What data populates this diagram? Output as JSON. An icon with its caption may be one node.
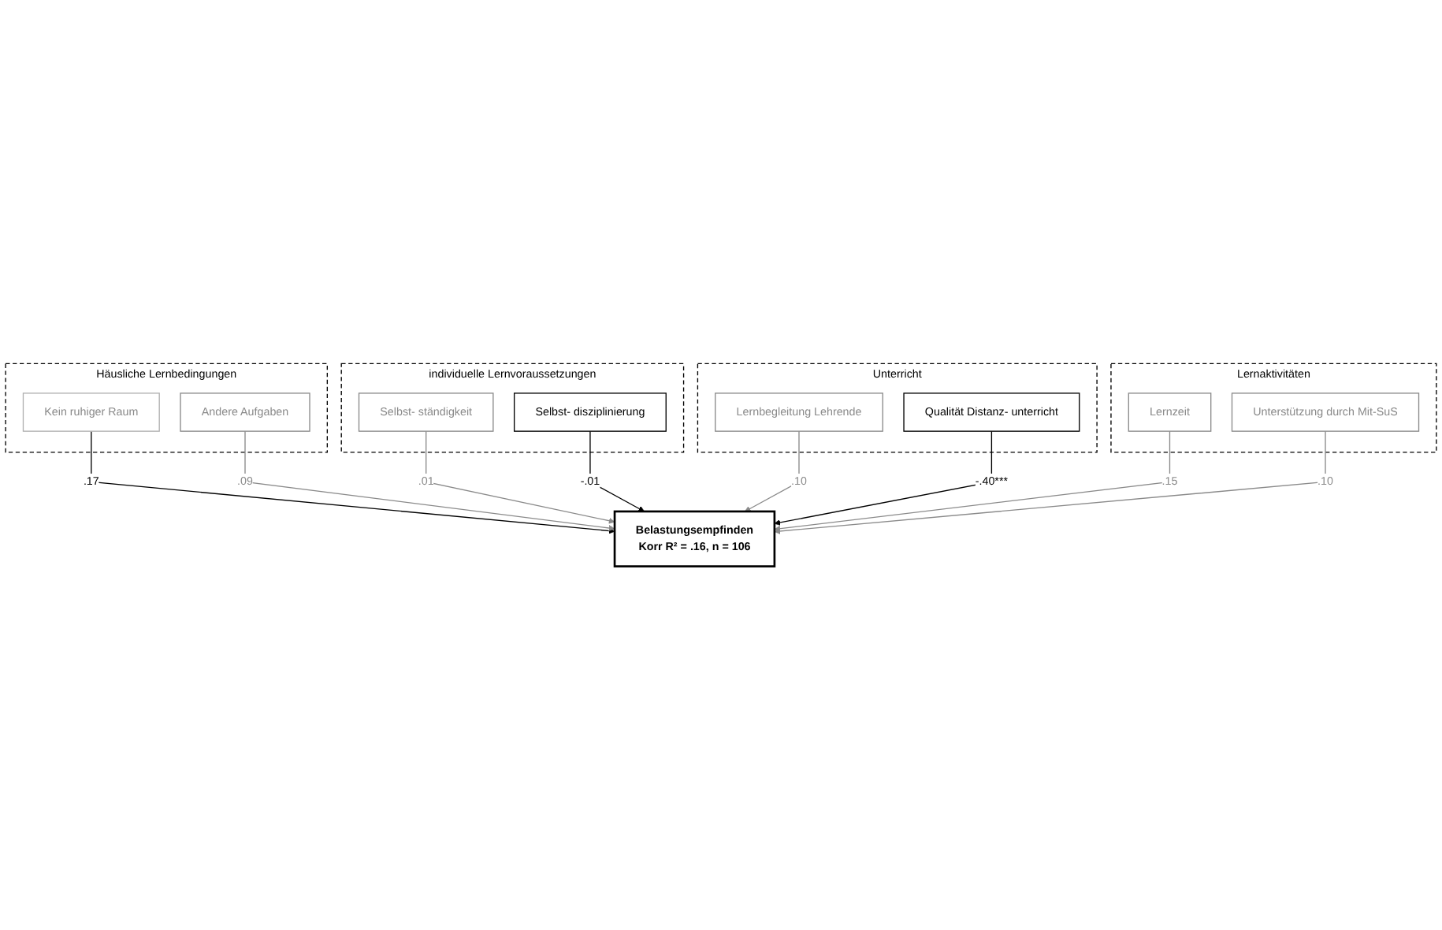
{
  "diagram": {
    "nodes": [
      {
        "text": [
          "Häusliche Lernbedingungen"
        ]
      },
      {
        "text": [
          "Kein ruhiger Raum"
        ],
        "in": 0
      },
      {
        "text": [
          "Andere Aufgaben"
        ],
        "in": 0
      },
      {
        "text": [
          "individuelle Lernvoraussetzungen"
        ]
      },
      {
        "text": [
          "Selbst- ständigkeit"
        ],
        "in": 3
      },
      {
        "text": [
          "Selbst- disziplinierung"
        ],
        "in": 3
      },
      {
        "text": [
          "Belastungsempfinden",
          "Korr R² = .16, n = 106"
        ]
      },
      {
        "text": [
          "Unterricht"
        ]
      },
      {
        "text": [
          "Lernbegleitung Lehrende"
        ],
        "in": 7
      },
      {
        "text": [
          "Qualität Distanz- unterricht"
        ],
        "in": 7
      },
      {
        "text": [
          "Lernaktivitäten"
        ]
      },
      {
        "text": [
          "Lernzeit"
        ],
        "in": 10
      },
      {
        "text": [
          "Unterstützung durch Mit-SuS"
        ],
        "in": 10
      }
    ],
    "edges": [
      {
        "from": 1,
        "to": 6,
        "arrow": "to",
        "label": ".17",
        "color": "#000000"
      },
      {
        "from": 2,
        "to": 6,
        "arrow": "to",
        "label": ".09"
      },
      {
        "from": 4,
        "to": 6,
        "arrow": "to",
        "label": ".01"
      },
      {
        "from": 5,
        "to": 6,
        "arrow": "to",
        "label": "-.01",
        "color": "#000000"
      },
      {
        "from": 8,
        "to": 6,
        "arrow": "to",
        "label": ".10"
      },
      {
        "from": 9,
        "to": 6,
        "arrow": "to",
        "label": "-.40***",
        "color": "#000000"
      },
      {
        "from": 11,
        "to": 6,
        "arrow": "to",
        "label": ".15"
      },
      {
        "from": 12,
        "to": 6,
        "arrow": "to",
        "label": ".10"
      }
    ]
  }
}
